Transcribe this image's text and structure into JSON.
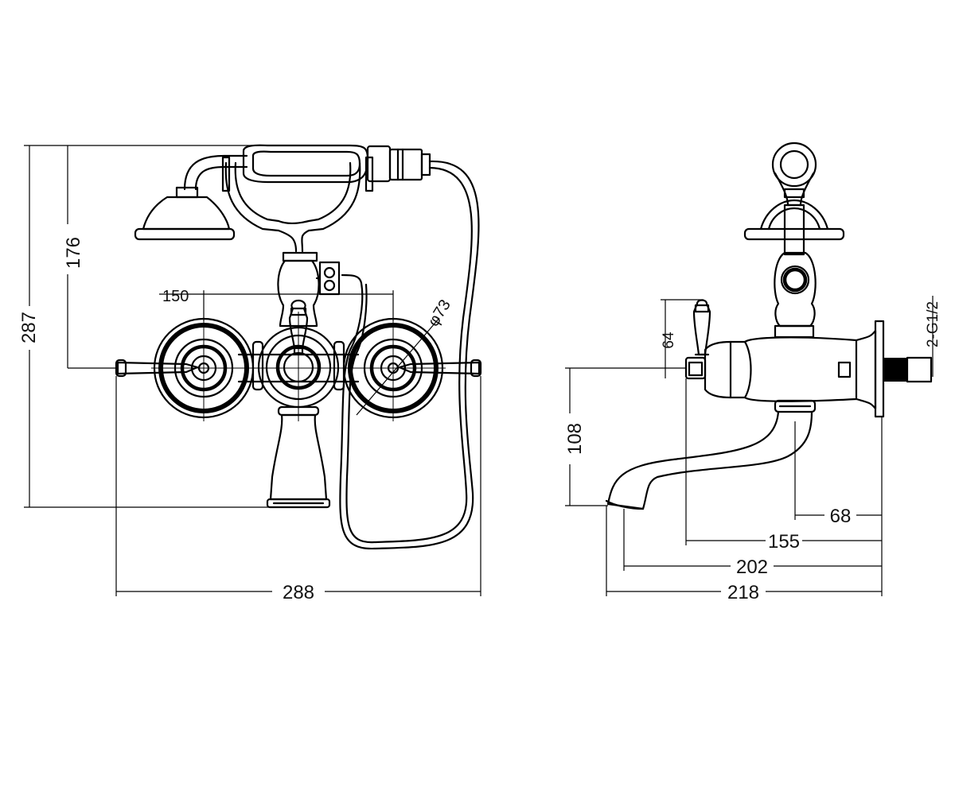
{
  "dimensions": {
    "front": {
      "total_height": "287",
      "handset_height": "176",
      "centers": "150",
      "wheel_diameter": "φ73",
      "total_width": "288"
    },
    "side": {
      "lever_height": "64",
      "thread": "2-G1/2",
      "spout_height": "108",
      "spout_offset": "68",
      "body_projection": "155",
      "spout_projection": "202",
      "total_projection": "218"
    }
  },
  "colors": {
    "line": "#000000",
    "background": "#ffffff"
  }
}
